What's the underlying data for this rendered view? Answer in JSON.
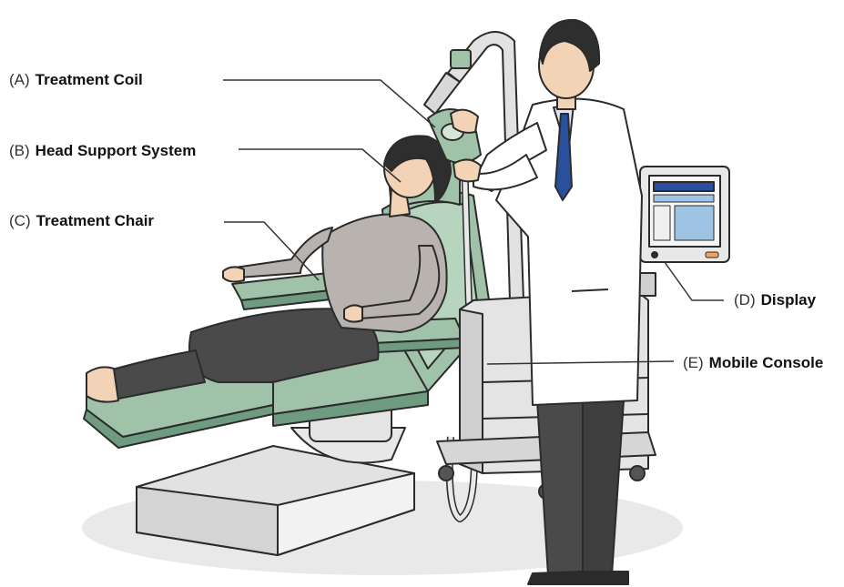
{
  "labels": {
    "a": {
      "letter": "(A)",
      "name": "Treatment Coil"
    },
    "b": {
      "letter": "(B)",
      "name": "Head Support System"
    },
    "c": {
      "letter": "(C)",
      "name": "Treatment Chair"
    },
    "d": {
      "letter": "(D)",
      "name": "Display"
    },
    "e": {
      "letter": "(E)",
      "name": "Mobile Console"
    }
  },
  "colors": {
    "chair": "#9fc2a8",
    "chair_dark": "#6f9c80",
    "coat": "#ffffff",
    "tie": "#2a4f9c",
    "pants": "#4a4a4a",
    "shirt_patient": "#b8b3ae",
    "skin": "#f3d3b6",
    "console": "#e4e4e4",
    "screen": "#9fc4e3",
    "outline": "#2b2b2b",
    "shadow": "#e6e6e6"
  }
}
